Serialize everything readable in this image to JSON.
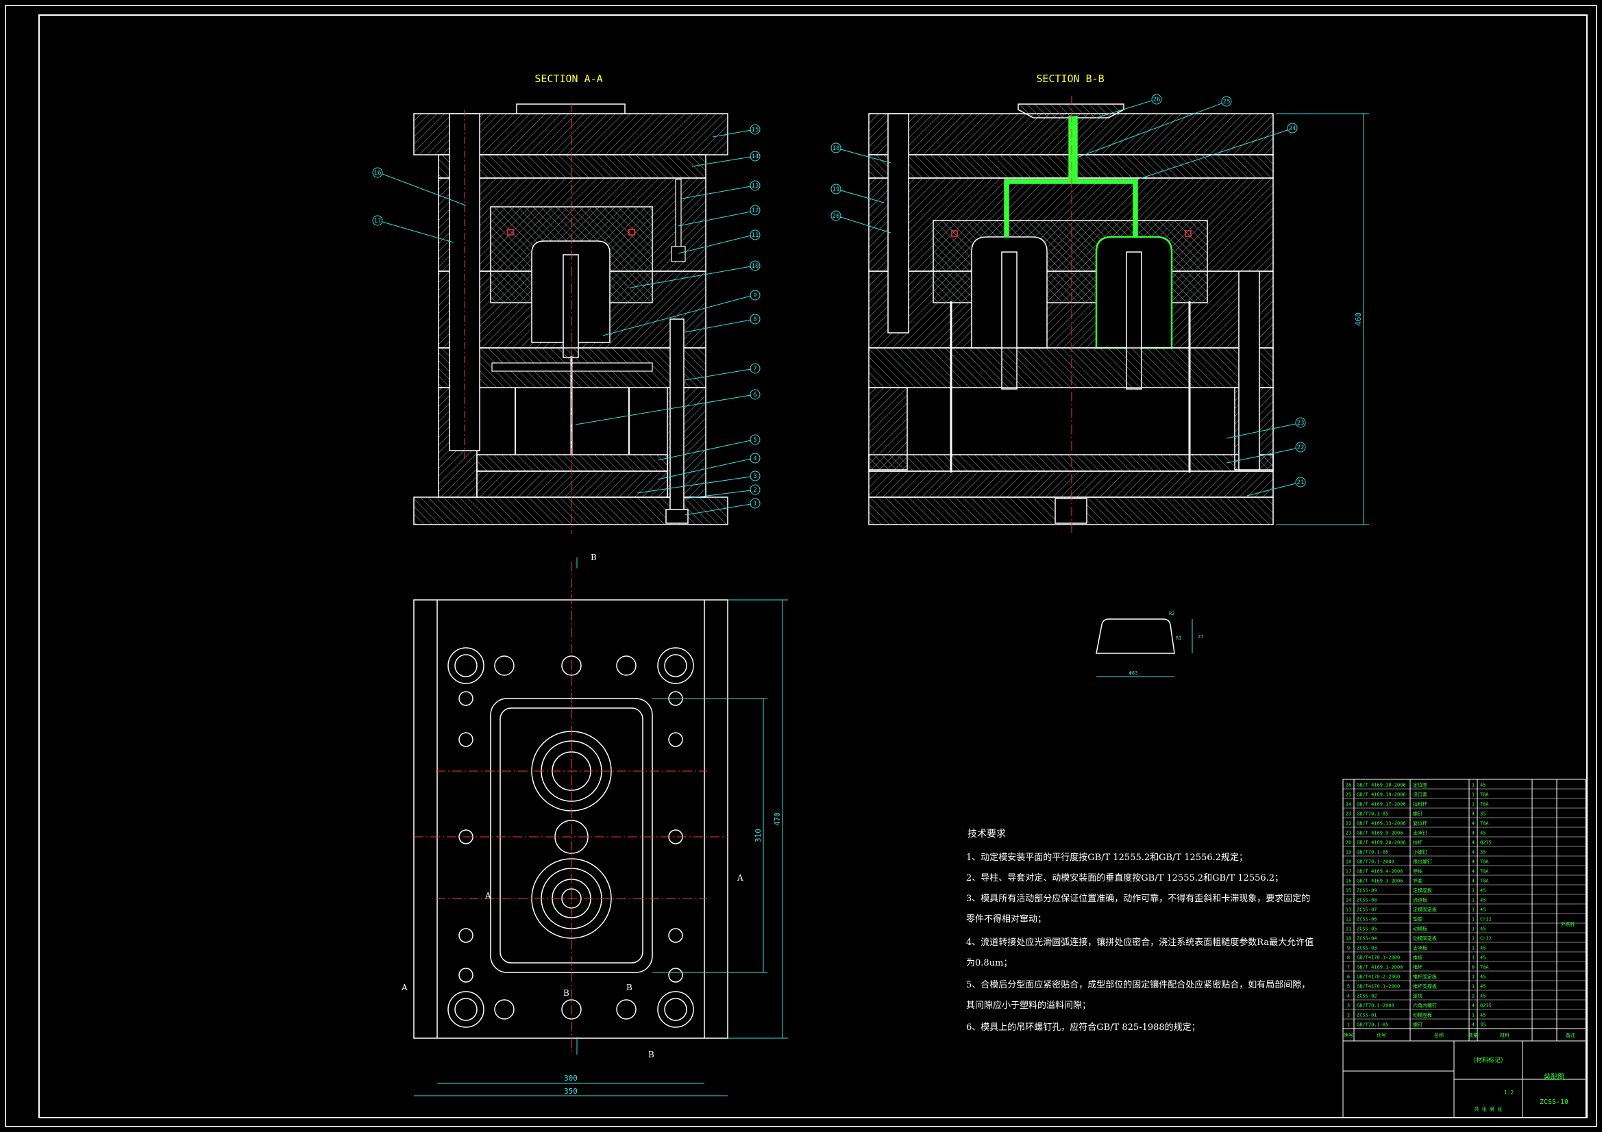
{
  "drawing": {
    "section_a_title": "SECTION A-A",
    "section_b_title": "SECTION B-B",
    "cut_letters": {
      "a": "A",
      "b": "B"
    },
    "dims": {
      "height_460": "460",
      "width_300": "300",
      "width_350": "350",
      "height_470": "470",
      "height_310": "310"
    },
    "balloons_a": [
      "15",
      "14",
      "13",
      "12",
      "11",
      "10",
      "9",
      "8",
      "7",
      "6",
      "5",
      "4",
      "3",
      "2",
      "1",
      "16",
      "17"
    ],
    "balloons_b": [
      "26",
      "25",
      "24",
      "18",
      "19",
      "20",
      "23",
      "22",
      "21"
    ]
  },
  "technical_requirements": {
    "heading": "技术要求",
    "items": [
      "1、动定模安装平面的平行度按GB/T 12555.2和GB/T 12556.2规定；",
      "2、导柱、导套对定、动模安装面的垂直度按GB/T 12555.2和GB/T 12556.2；",
      "3、模具所有活动部分应保证位置准确，动作可靠，不得有歪斜和卡滞现象，要求固定的",
      "   零件不得相对窜动；",
      "4、流道转接处应光滑圆弧连接，镶拼处应密合，浇注系统表面粗糙度参数Ra最大允许值",
      "   为0.8um；",
      "5、合模后分型面应紧密贴合，成型部位的固定镶件配合处应紧密贴合，如有局部间隙，",
      "   其间隙应小于塑料的溢料间隙；",
      "6、模具上的吊环螺钉孔，应符合GB/T 825-1988的规定；"
    ]
  },
  "bom": {
    "rows": [
      [
        "26",
        "GB/T 4169.18-2006",
        "定位圈",
        "1",
        "45"
      ],
      [
        "25",
        "GB/T 4169.19-2006",
        "浇口套",
        "1",
        "T8A"
      ],
      [
        "24",
        "GB/T 4169.17-2006",
        "拉料杆",
        "1",
        "T8A"
      ],
      [
        "23",
        "GB/T70.1-85",
        "螺钉",
        "4",
        "35"
      ],
      [
        "22",
        "GB/T 4169.13-2006",
        "复位杆",
        "4",
        "T8A"
      ],
      [
        "21",
        "GB/T 4169.9-2006",
        "支承钉",
        "4",
        "45"
      ],
      [
        "20",
        "GB/T 4169.20-2006",
        "拉杆",
        "4",
        "Q235"
      ],
      [
        "19",
        "GB/T70.1-85",
        "小螺钉",
        "4",
        "35"
      ],
      [
        "18",
        "GB/T70.1-2000",
        "限位螺钉",
        "4",
        "T8A"
      ],
      [
        "17",
        "GB/T 4169.4-2006",
        "导柱",
        "4",
        "T8A"
      ],
      [
        "16",
        "GB/T 4169.3-2006",
        "导套",
        "4",
        "T8A"
      ],
      [
        "15",
        "ZCSS-09",
        "定模座板",
        "1",
        "45"
      ],
      [
        "14",
        "ZCSS-08",
        "流道板",
        "1",
        "45"
      ],
      [
        "13",
        "ZCSS-07",
        "定模固定板",
        "1",
        "45"
      ],
      [
        "12",
        "ZCSS-06",
        "型腔",
        "1",
        "Cr12"
      ],
      [
        "11",
        "ZCSS-05",
        "动模板",
        "1",
        "45"
      ],
      [
        "10",
        "ZCSS-04",
        "动模固定板",
        "1",
        "Cr12"
      ],
      [
        "9",
        "ZCSS-03",
        "支承板",
        "1",
        "45"
      ],
      [
        "8",
        "GB/T4170.3-2000",
        "推板",
        "1",
        "45"
      ],
      [
        "7",
        "GB/T 4169.1-2006",
        "推杆",
        "8",
        "T8A"
      ],
      [
        "6",
        "GB/T4170.2-2000",
        "推杆固定板",
        "1",
        "45"
      ],
      [
        "5",
        "GB/T4170.1-2000",
        "推杆支撑板",
        "1",
        "45"
      ],
      [
        "4",
        "ZCSS-02",
        "垫块",
        "2",
        "45"
      ],
      [
        "3",
        "GB/T70.1-2000",
        "六角内螺钉",
        "4",
        "Q235"
      ],
      [
        "2",
        "ZCSS-01",
        "动模座板",
        "1",
        "45"
      ],
      [
        "1",
        "GB/T70.1-85",
        "螺钉",
        "4",
        "35"
      ]
    ],
    "header": [
      "序号",
      "代号",
      "名称",
      "数量",
      "材料",
      "备注"
    ],
    "side_note": "外购件"
  },
  "title_block": {
    "material_note": "（材料标记）",
    "drawing_name": "装配图",
    "drawing_no": "ZCSS-10",
    "scale": "1:2",
    "sheet_label": "共 张  第 张"
  },
  "detail": {
    "dim1": "R2",
    "dim2": "27",
    "dim3": "R1",
    "dim4": "Φ83"
  }
}
